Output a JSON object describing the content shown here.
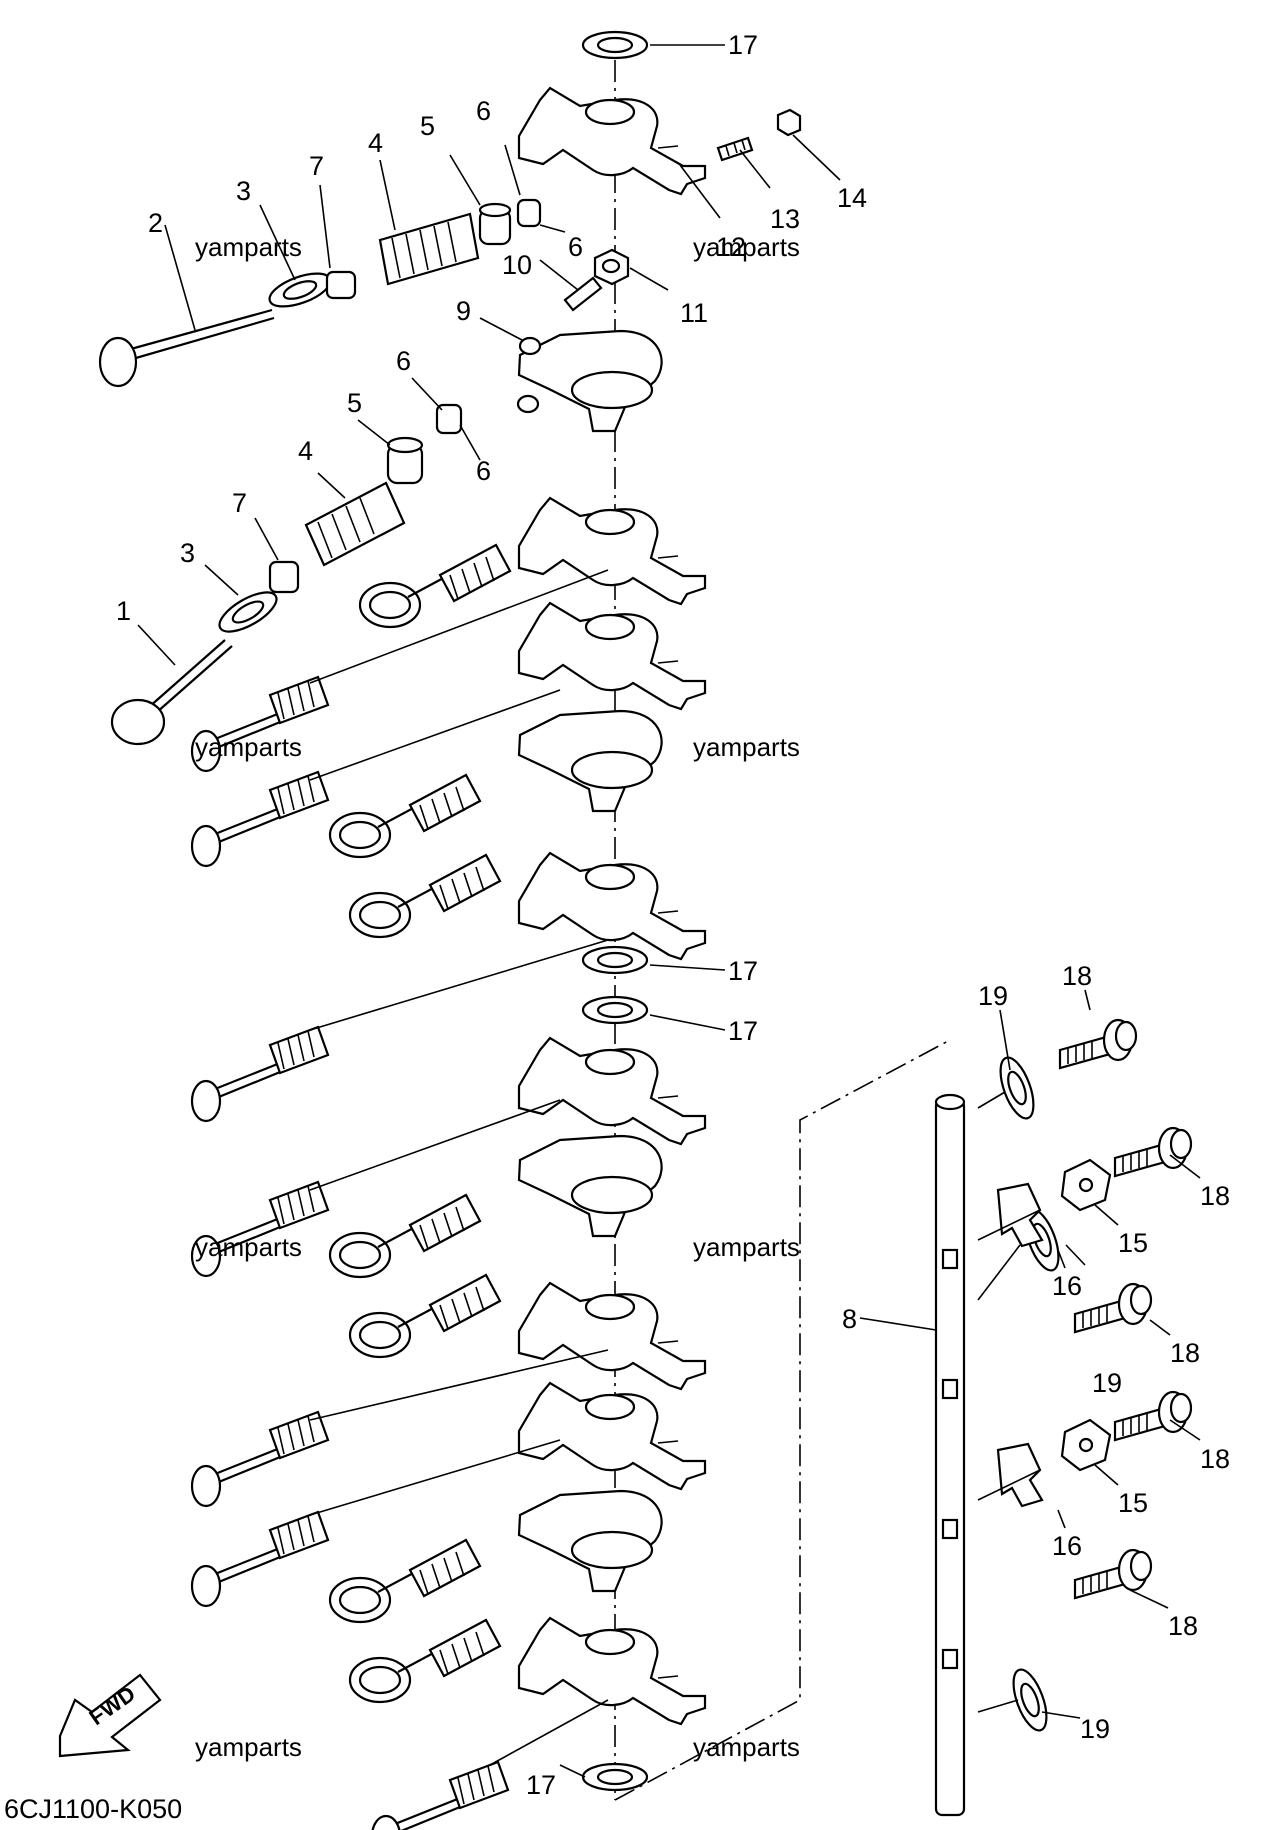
{
  "diagram": {
    "code": "6CJ1100-K050",
    "fwd_label": "FWD",
    "watermark": "yamparts",
    "callouts": [
      {
        "id": "c17a",
        "text": "17"
      },
      {
        "id": "c14",
        "text": "14"
      },
      {
        "id": "c13",
        "text": "13"
      },
      {
        "id": "c12",
        "text": "12"
      },
      {
        "id": "c6a",
        "text": "6"
      },
      {
        "id": "c6b",
        "text": "6"
      },
      {
        "id": "c5a",
        "text": "5"
      },
      {
        "id": "c4a",
        "text": "4"
      },
      {
        "id": "c7a",
        "text": "7"
      },
      {
        "id": "c3a",
        "text": "3"
      },
      {
        "id": "c2",
        "text": "2"
      },
      {
        "id": "c10",
        "text": "10"
      },
      {
        "id": "c11",
        "text": "11"
      },
      {
        "id": "c9",
        "text": "9"
      },
      {
        "id": "c6c",
        "text": "6"
      },
      {
        "id": "c5b",
        "text": "5"
      },
      {
        "id": "c6d",
        "text": "6"
      },
      {
        "id": "c4b",
        "text": "4"
      },
      {
        "id": "c7b",
        "text": "7"
      },
      {
        "id": "c3b",
        "text": "3"
      },
      {
        "id": "c1",
        "text": "1"
      },
      {
        "id": "c17b",
        "text": "17"
      },
      {
        "id": "c17c",
        "text": "17"
      },
      {
        "id": "c18a",
        "text": "18"
      },
      {
        "id": "c19a",
        "text": "19"
      },
      {
        "id": "c18b",
        "text": "18"
      },
      {
        "id": "c15a",
        "text": "15"
      },
      {
        "id": "c16a",
        "text": "16"
      },
      {
        "id": "c8",
        "text": "8"
      },
      {
        "id": "c18c",
        "text": "18"
      },
      {
        "id": "c19b",
        "text": "19"
      },
      {
        "id": "c18d",
        "text": "18"
      },
      {
        "id": "c15b",
        "text": "15"
      },
      {
        "id": "c16b",
        "text": "16"
      },
      {
        "id": "c18e",
        "text": "18"
      },
      {
        "id": "c19c",
        "text": "19"
      },
      {
        "id": "c17d",
        "text": "17"
      }
    ]
  }
}
